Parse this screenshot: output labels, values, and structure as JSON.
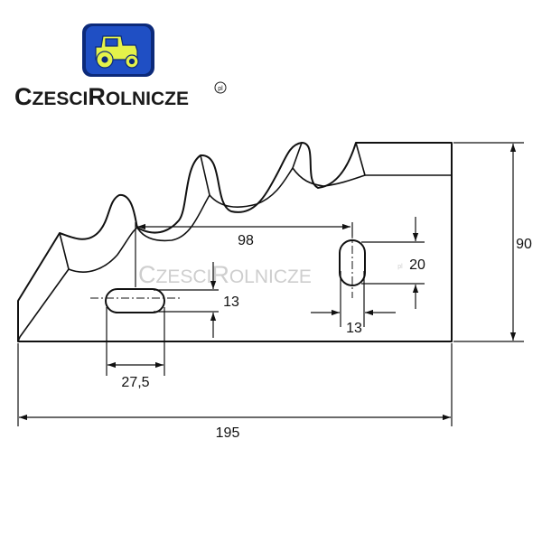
{
  "brand": {
    "name_parts": [
      "C",
      "ZESCI",
      "R",
      "OLNICZE"
    ],
    "badge": "pl",
    "colors": {
      "logo_bg": "#1f4fc4",
      "logo_frame": "#0c2a7a",
      "tractor": "#e4f24a",
      "text": "#1a1a1a"
    },
    "icon": "tractor-icon"
  },
  "watermark": {
    "name_parts": [
      "C",
      "ZESCI",
      "R",
      "OLNICZE"
    ],
    "badge": "pl"
  },
  "dimensions": {
    "hole_spacing": "98",
    "slot_height": "20",
    "slot_width_vertical": "13",
    "slot_height_horizontal": "13",
    "slot_length": "27,5",
    "total_length": "195",
    "total_height": "90"
  }
}
